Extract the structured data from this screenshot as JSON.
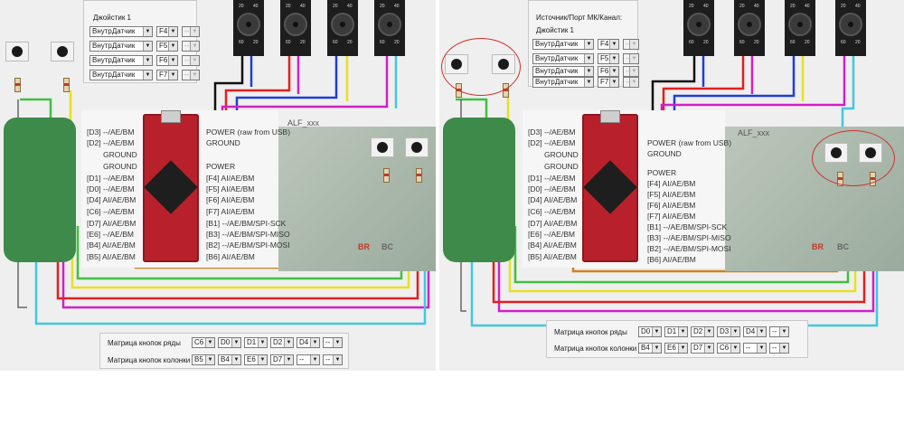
{
  "panels": [
    {
      "id": "left",
      "form": {
        "title": "Джойстик 1",
        "rows": [
          {
            "source": "ВнутрДатчик",
            "port": "F4",
            "extra": "--"
          },
          {
            "source": "ВнутрДатчик",
            "port": "F5",
            "extra": "--"
          },
          {
            "source": "ВнутрДатчик",
            "port": "F6",
            "extra": "--"
          },
          {
            "source": "ВнутрДатчик",
            "port": "F7",
            "extra": "--"
          }
        ]
      },
      "pins_left": [
        "[D3] --/AE/BM",
        "[D2] --/AE/BM",
        "GROUND",
        "GROUND",
        "[D1] --/AE/BM",
        "[D0] --/AE/BM",
        "[D4] AI/AE/BM",
        "[C6] --/AE/BM",
        "[D7] AI/AE/BM",
        "[E6] --/AE/BM",
        "[B4] AI/AE/BM",
        "[B5] AI/AE/BM"
      ],
      "pins_right": [
        "POWER (raw from USB)",
        "GROUND",
        "POWER",
        "[F4] AI/AE/BM",
        "[F5] AI/AE/BM",
        "[F6] AI/AE/BM",
        "[F7] AI/AE/BM",
        "[B1] --/AE/BM/SPI-SCK",
        "[B3] --/AE/BM/SPI-MISO",
        "[B2] --/AE/BM/SPI-MOSI",
        "[B6] AI/AE/BM"
      ],
      "alf": "ALF_xxx",
      "br": "BR",
      "bc": "BC",
      "matrix": {
        "rows_label": "Матрица кнопок ряды",
        "cols_label": "Матрица кнопок колонки",
        "rows": [
          "C6",
          "D0",
          "D1",
          "D2",
          "D4",
          "--"
        ],
        "cols": [
          "B5",
          "B4",
          "E6",
          "D7",
          "--",
          "--"
        ]
      }
    },
    {
      "id": "right",
      "form": {
        "header": "Источник/Порт МК/Канал:",
        "title": "Джойстик 1",
        "rows": [
          {
            "source": "ВнутрДатчик",
            "port": "F4",
            "extra": "--"
          },
          {
            "source": "ВнутрДатчик",
            "port": "F5",
            "extra": "--"
          },
          {
            "source": "ВнутрДатчик",
            "port": "F6",
            "extra": "--"
          },
          {
            "source": "ВнутрДатчик",
            "port": "F7",
            "extra": "--"
          }
        ]
      },
      "pins_left": [
        "[D3] --/AE/BM",
        "[D2] --/AE/BM",
        "GROUND",
        "GROUND",
        "[D1] --/AE/BM",
        "[D0] --/AE/BM",
        "[D4] AI/AE/BM",
        "[C6] --/AE/BM",
        "[D7] AI/AE/BM",
        "[E6] --/AE/BM",
        "[B4] AI/AE/BM",
        "[B5] AI/AE/BM"
      ],
      "pins_right": [
        "POWER (raw from USB)",
        "GROUND",
        "POWER",
        "[F4] AI/AE/BM",
        "[F5] AI/AE/BM",
        "[F6] AI/AE/BM",
        "[F7] AI/AE/BM",
        "[B1] --/AE/BM/SPI-SCK",
        "[B3] --/AE/BM/SPI-MISO",
        "[B2] --/AE/BM/SPI-MOSI",
        "[B6] AI/AE/BM"
      ],
      "alf": "ALF_xxx",
      "br": "BR",
      "bc": "BC",
      "matrix": {
        "rows_label": "Матрица кнопок ряды",
        "cols_label": "Матрица кнопок колонки",
        "rows": [
          "D0",
          "D1",
          "D2",
          "D3",
          "D4",
          "--"
        ],
        "cols": [
          "B4",
          "E6",
          "D7",
          "C6",
          "--",
          "--"
        ]
      }
    }
  ],
  "encoder_marks": [
    "20",
    "60",
    "40",
    "20"
  ],
  "colors": {
    "red": "#e02020",
    "blue": "#1f3fd0",
    "magenta": "#d020c8",
    "yellow": "#e8e020",
    "cyan": "#40c8e0",
    "green": "#40c040",
    "black": "#111111",
    "orange": "#d08020",
    "brown": "#8a5a20",
    "gray": "#666666",
    "mcu": "#b8212b"
  }
}
